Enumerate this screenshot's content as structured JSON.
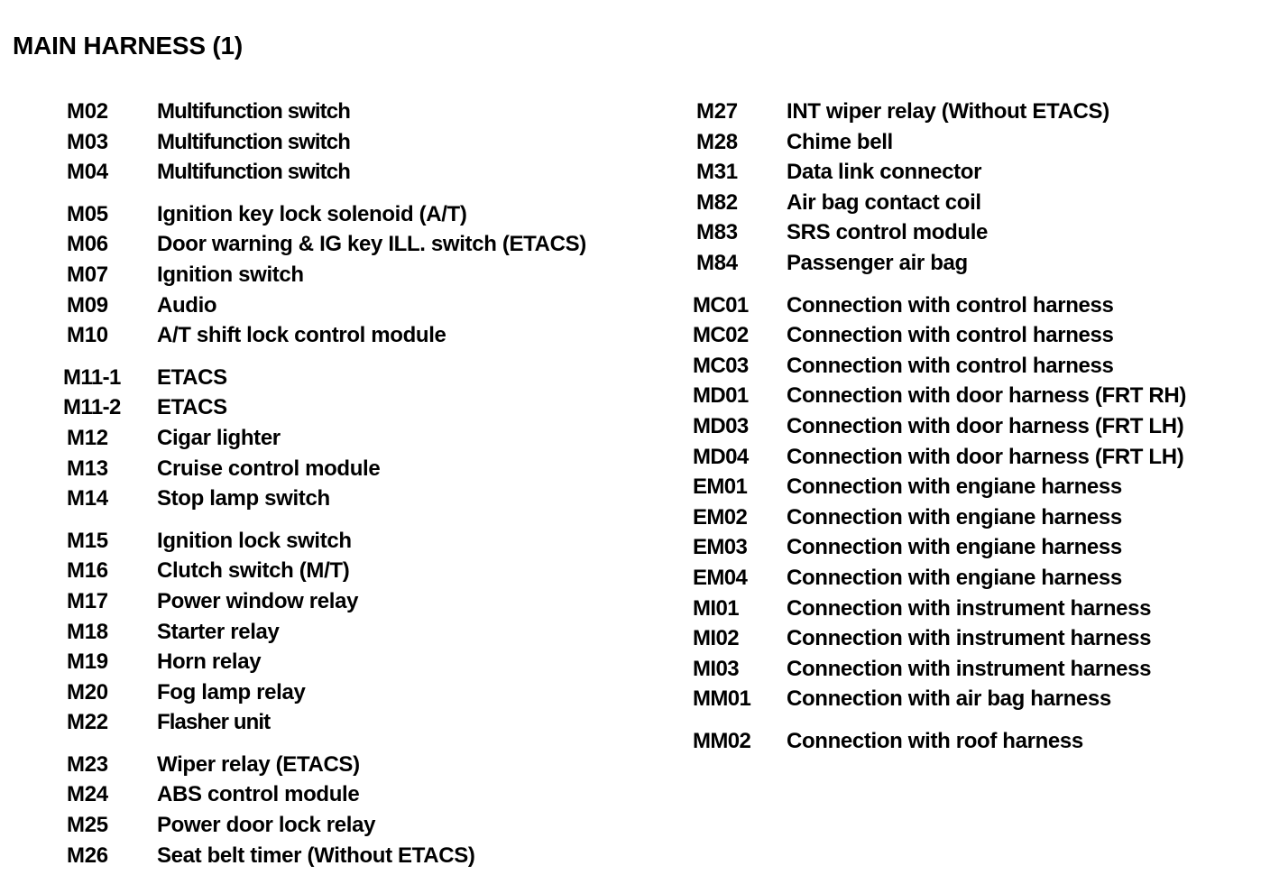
{
  "document": {
    "title": "MAIN HARNESS (1)",
    "background_color": "#ffffff",
    "text_color": "#000000"
  },
  "columns": [
    {
      "id": "left",
      "rows": [
        {
          "code": "M02",
          "description": "Multifunction switch",
          "condensed": true,
          "group_break": false
        },
        {
          "code": "M03",
          "description": "Multifunction switch",
          "condensed": true,
          "group_break": false
        },
        {
          "code": "M04",
          "description": "Multifunction switch",
          "condensed": true,
          "group_break": false
        },
        {
          "code": "M05",
          "description": "Ignition key lock solenoid (A/T)",
          "condensed": false,
          "group_break": true
        },
        {
          "code": "M06",
          "description": "Door warning & IG key ILL. switch (ETACS)",
          "condensed": false,
          "group_break": false
        },
        {
          "code": "M07",
          "description": "Ignition switch",
          "condensed": false,
          "group_break": false
        },
        {
          "code": "M09",
          "description": "Audio",
          "condensed": false,
          "group_break": false
        },
        {
          "code": "M10",
          "description": "A/T shift lock control module",
          "condensed": false,
          "group_break": false
        },
        {
          "code": "M11-1",
          "description": "ETACS",
          "condensed": false,
          "group_break": true
        },
        {
          "code": "M11-2",
          "description": "ETACS",
          "condensed": false,
          "group_break": false
        },
        {
          "code": "M12",
          "description": "Cigar lighter",
          "condensed": false,
          "group_break": false
        },
        {
          "code": "M13",
          "description": "Cruise control module",
          "condensed": false,
          "group_break": false
        },
        {
          "code": "M14",
          "description": "Stop lamp switch",
          "condensed": false,
          "group_break": false
        },
        {
          "code": "M15",
          "description": "Ignition lock switch",
          "condensed": false,
          "group_break": true
        },
        {
          "code": "M16",
          "description": "Clutch switch (M/T)",
          "condensed": false,
          "group_break": false
        },
        {
          "code": "M17",
          "description": "Power window relay",
          "condensed": false,
          "group_break": false
        },
        {
          "code": "M18",
          "description": "Starter relay",
          "condensed": false,
          "group_break": false
        },
        {
          "code": "M19",
          "description": "Horn relay",
          "condensed": false,
          "group_break": false
        },
        {
          "code": "M20",
          "description": "Fog lamp relay",
          "condensed": false,
          "group_break": false
        },
        {
          "code": "M22",
          "description": "Flasher unit",
          "condensed": true,
          "group_break": false
        },
        {
          "code": "M23",
          "description": "Wiper relay (ETACS)",
          "condensed": false,
          "group_break": true
        },
        {
          "code": "M24",
          "description": "ABS control module",
          "condensed": false,
          "group_break": false
        },
        {
          "code": "M25",
          "description": "Power door lock relay",
          "condensed": false,
          "group_break": false
        },
        {
          "code": "M26",
          "description": "Seat belt timer (Without ETACS)",
          "condensed": false,
          "group_break": false
        }
      ]
    },
    {
      "id": "right",
      "rows": [
        {
          "code": "M27",
          "description": "INT wiper relay (Without ETACS)",
          "condensed": false,
          "group_break": false
        },
        {
          "code": "M28",
          "description": "Chime bell",
          "condensed": false,
          "group_break": false
        },
        {
          "code": "M31",
          "description": "Data link connector",
          "condensed": false,
          "group_break": false
        },
        {
          "code": "M82",
          "description": "Air bag contact coil",
          "condensed": false,
          "group_break": false
        },
        {
          "code": "M83",
          "description": "SRS control module",
          "condensed": false,
          "group_break": false
        },
        {
          "code": "M84",
          "description": "Passenger air bag",
          "condensed": false,
          "group_break": false
        },
        {
          "code": "MC01",
          "description": "Connection with control harness",
          "condensed": false,
          "group_break": true
        },
        {
          "code": "MC02",
          "description": "Connection with control harness",
          "condensed": false,
          "group_break": false
        },
        {
          "code": "MC03",
          "description": "Connection with control harness",
          "condensed": false,
          "group_break": false
        },
        {
          "code": "MD01",
          "description": "Connection with door harness (FRT RH)",
          "condensed": false,
          "group_break": false
        },
        {
          "code": "MD03",
          "description": "Connection with door harness (FRT LH)",
          "condensed": false,
          "group_break": false
        },
        {
          "code": "MD04",
          "description": "Connection with door harness (FRT LH)",
          "condensed": false,
          "group_break": false
        },
        {
          "code": "EM01",
          "description": "Connection with engiane harness",
          "condensed": false,
          "group_break": false
        },
        {
          "code": "EM02",
          "description": "Connection with engiane harness",
          "condensed": false,
          "group_break": false
        },
        {
          "code": "EM03",
          "description": "Connection with engiane harness",
          "condensed": false,
          "group_break": false
        },
        {
          "code": "EM04",
          "description": "Connection with engiane harness",
          "condensed": false,
          "group_break": false
        },
        {
          "code": "MI01",
          "description": "Connection with instrument harness",
          "condensed": false,
          "group_break": false
        },
        {
          "code": "MI02",
          "description": "Connection with instrument harness",
          "condensed": false,
          "group_break": false
        },
        {
          "code": "MI03",
          "description": "Connection with instrument harness",
          "condensed": false,
          "group_break": false
        },
        {
          "code": "MM01",
          "description": "Connection with air bag harness",
          "condensed": false,
          "group_break": false
        },
        {
          "code": "MM02",
          "description": "Connection with roof harness",
          "condensed": false,
          "group_break": true
        }
      ]
    }
  ]
}
